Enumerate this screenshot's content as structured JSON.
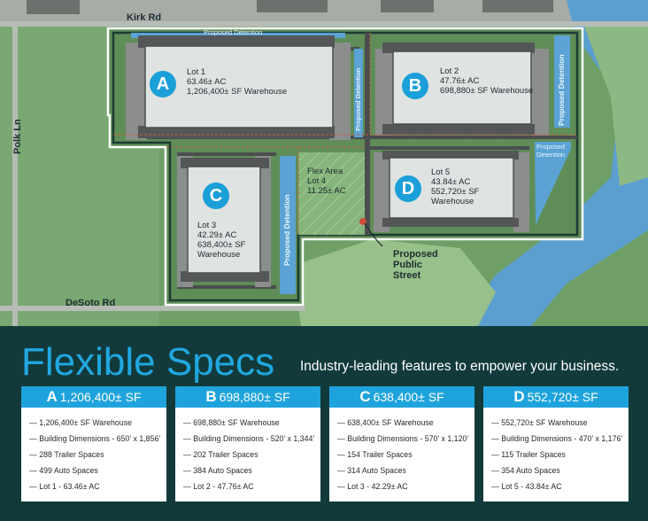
{
  "map": {
    "roads": {
      "kirk": "Kirk Rd",
      "polk": "Polk Ln",
      "desoto": "DeSoto Rd",
      "public_street": [
        "Proposed",
        "Public",
        "Street"
      ]
    },
    "detention": {
      "top": "Proposed Detention",
      "mid": "Proposed Detention",
      "right": "Proposed Detention",
      "east": [
        "Proposed",
        "Detention"
      ],
      "west": "Proposed Detention"
    },
    "lots": [
      {
        "letter": "A",
        "name": "Lot 1",
        "acres": "63.46± AC",
        "sqft": "1,206,400± SF Warehouse"
      },
      {
        "letter": "B",
        "name": "Lot 2",
        "acres": "47.76± AC",
        "sqft": "698,880± SF Warehouse"
      },
      {
        "letter": "C",
        "name": "Lot 3",
        "acres": "42.29± AC",
        "sqft1": "638,400± SF",
        "sqft2": "Warehouse"
      },
      {
        "letter": "D",
        "name": "Lot 5",
        "acres": "43.84± AC",
        "sqft1": "552,720± SF",
        "sqft2": "Warehouse"
      }
    ],
    "flex": {
      "line1": "Flex Area",
      "line2": "Lot 4",
      "line3": "11.25± AC"
    }
  },
  "specs": {
    "title": "Flexible Specs",
    "subtitle": "Industry-leading features to empower your business.",
    "cards": [
      {
        "letter": "A",
        "heading": "1,206,400± SF",
        "items": [
          "— 1,206,400± SF Warehouse",
          "— Building Dimensions - 650’ x 1,856’",
          "— 288 Trailer Spaces",
          "— 499 Auto Spaces",
          "— Lot 1 - 63.46± AC"
        ]
      },
      {
        "letter": "B",
        "heading": "698,880± SF",
        "items": [
          "— 698,880± SF Warehouse",
          "— Building Dimensions - 520’ x 1,344’",
          "— 202 Trailer Spaces",
          "— 384 Auto Spaces",
          "— Lot 2 - 47.76± AC"
        ]
      },
      {
        "letter": "C",
        "heading": "638,400± SF",
        "items": [
          "— 638,400± SF Warehouse",
          "— Building Dimensions - 570’ x 1,120’",
          "— 154 Trailer Spaces",
          "— 314 Auto Spaces",
          "— Lot 3 - 42.29± AC"
        ]
      },
      {
        "letter": "D",
        "heading": "552,720± SF",
        "items": [
          "— 552,720± SF Warehouse",
          "— Building Dimensions - 470’ x 1,176’",
          "— 115 Trailer Spaces",
          "— 354 Auto Spaces",
          "— Lot 5 - 43.84± AC"
        ]
      }
    ]
  },
  "colors": {
    "accent": "#1ea3dc",
    "background": "#123a3b",
    "water": "#5a9fd0",
    "grass": "#6f9e67"
  }
}
